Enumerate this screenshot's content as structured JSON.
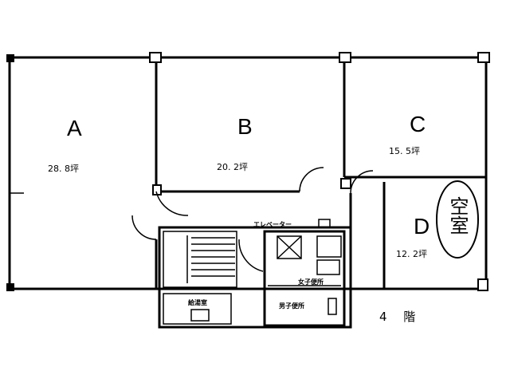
{
  "floor_label": "4 階",
  "rooms": [
    {
      "letter": "A",
      "area": "28. 8坪"
    },
    {
      "letter": "B",
      "area": "20. 2坪"
    },
    {
      "letter": "C",
      "area": "15. 5坪"
    },
    {
      "letter": "D",
      "area": "12. 2坪"
    }
  ],
  "vacancy_stamp": "空室",
  "facilities": {
    "elevator": "エレベーター",
    "womens_restroom": "女子便所",
    "mens_restroom": "男子便所",
    "kitchenette": "給湯室"
  }
}
